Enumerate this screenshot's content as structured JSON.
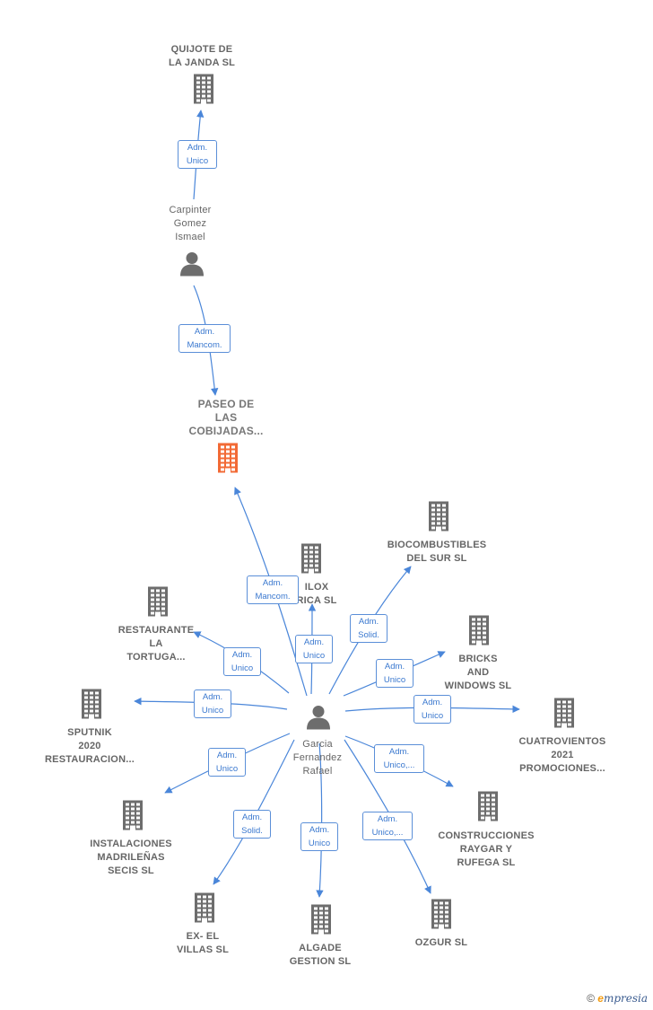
{
  "nodes": {
    "quijote": {
      "label": "QUIJOTE DE\nLA JANDA  SL",
      "type": "company"
    },
    "carpinter": {
      "label": "Carpinter\nGomez\nIsmael",
      "type": "person"
    },
    "paseo": {
      "label": "PASEO DE\nLAS\nCOBIJADAS...",
      "type": "company-main"
    },
    "garcia": {
      "label": "Garcia\nFernandez\nRafael",
      "type": "person"
    },
    "ilox": {
      "label": "ILOX\nRICA SL",
      "type": "company"
    },
    "biocombustibles": {
      "label": "BIOCOMBUSTIBLES\nDEL SUR  SL",
      "type": "company"
    },
    "restaurante": {
      "label": "RESTAURANTE\nLA\nTORTUGA...",
      "type": "company"
    },
    "bricks": {
      "label": "BRICKS\nAND\nWINDOWS SL",
      "type": "company"
    },
    "sputnik": {
      "label": "SPUTNIK\n2020\nRESTAURACION...",
      "type": "company"
    },
    "cuatrovientos": {
      "label": "CUATROVIENTOS\n2021\nPROMOCIONES...",
      "type": "company"
    },
    "instalaciones": {
      "label": "INSTALACIONES\nMADRILEÑAS\nSECIS SL",
      "type": "company"
    },
    "construcciones": {
      "label": "CONSTRUCCIONES\nRAYGAR Y\nRUFEGA  SL",
      "type": "company"
    },
    "exel": {
      "label": "EX- EL\nVILLAS SL",
      "type": "company"
    },
    "algade": {
      "label": "ALGADE\nGESTION  SL",
      "type": "company"
    },
    "ozgur": {
      "label": "OZGUR SL",
      "type": "company"
    }
  },
  "edges": [
    {
      "from": "carpinter",
      "to": "quijote",
      "label": "Adm.\nUnico"
    },
    {
      "from": "carpinter",
      "to": "paseo",
      "label": "Adm.\nMancom."
    },
    {
      "from": "garcia",
      "to": "paseo",
      "label": "Adm.\nMancom."
    },
    {
      "from": "garcia",
      "to": "ilox",
      "label": "Adm.\nUnico"
    },
    {
      "from": "garcia",
      "to": "biocombustibles",
      "label": "Adm.\nSolid."
    },
    {
      "from": "garcia",
      "to": "restaurante",
      "label": "Adm.\nUnico"
    },
    {
      "from": "garcia",
      "to": "bricks",
      "label": "Adm.\nUnico"
    },
    {
      "from": "garcia",
      "to": "sputnik",
      "label": "Adm.\nUnico"
    },
    {
      "from": "garcia",
      "to": "cuatrovientos",
      "label": "Adm.\nUnico"
    },
    {
      "from": "garcia",
      "to": "instalaciones",
      "label": "Adm.\nUnico"
    },
    {
      "from": "garcia",
      "to": "construcciones",
      "label": "Adm.\nUnico,..."
    },
    {
      "from": "garcia",
      "to": "exel",
      "label": "Adm.\nSolid."
    },
    {
      "from": "garcia",
      "to": "algade",
      "label": "Adm.\nUnico"
    },
    {
      "from": "garcia",
      "to": "ozgur",
      "label": "Adm.\nUnico,..."
    }
  ],
  "colors": {
    "edge": "#4a86d9",
    "building": "#6d6d6d",
    "building_main": "#f26a35",
    "person": "#6d6d6d"
  },
  "footer": {
    "copyright": "©",
    "brand_e": "e",
    "brand_rest": "mpresia"
  }
}
